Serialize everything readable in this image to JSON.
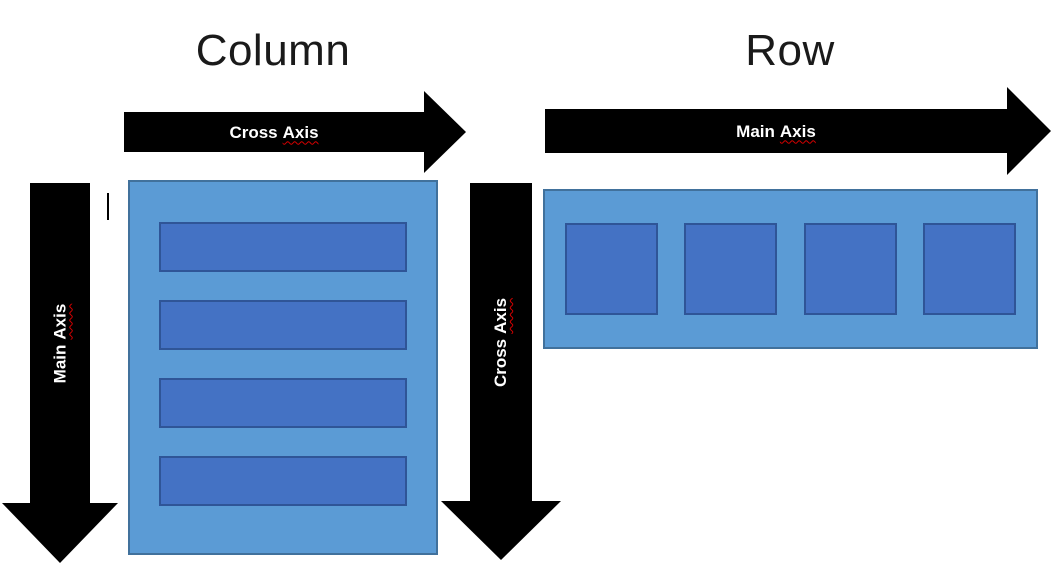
{
  "slide": {
    "left": {
      "title": "Column",
      "top_arrow": {
        "word": "Cross",
        "word_flagged": "Axis"
      },
      "left_arrow": {
        "word": "Main",
        "word_flagged": "Axis"
      },
      "right_arrow": {
        "word": "Cross",
        "word_flagged": "Axis"
      },
      "container_item_count": 4
    },
    "right": {
      "title": "Row",
      "top_arrow": {
        "word": "Main",
        "word_flagged": "Axis"
      },
      "container_item_count": 4
    }
  },
  "colors": {
    "container_fill": "#5B9BD5",
    "container_border": "#41719C",
    "item_fill": "#4472C4",
    "item_border": "#2F5597",
    "arrow_fill": "#000000",
    "arrow_text_color": "#FFFFFF",
    "squiggle_color": "#D40000",
    "title_color": "#1A1A1A",
    "page_bg": "#FFFFFF"
  }
}
